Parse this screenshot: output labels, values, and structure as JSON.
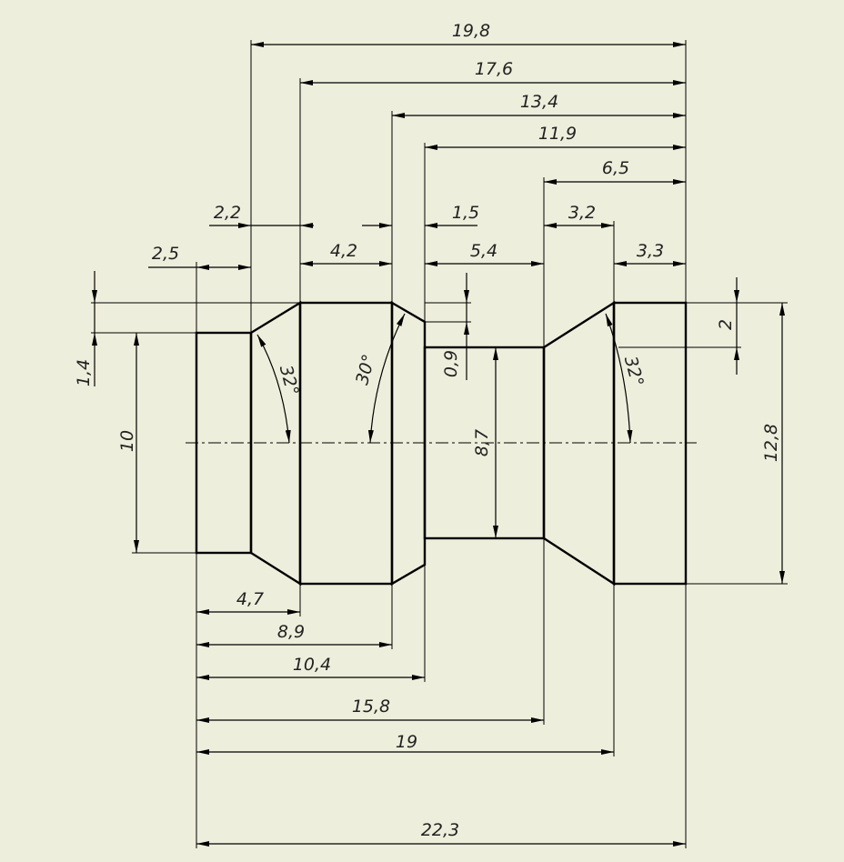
{
  "colors": {
    "background": "#eeeedc",
    "lines": "#000000"
  },
  "dimensions": {
    "top": {
      "d19_8": "19,8",
      "d17_6": "17,6",
      "d13_4": "13,4",
      "d11_9": "11,9",
      "d6_5": "6,5"
    },
    "middle": {
      "d2_2": "2,2",
      "d1_5": "1,5",
      "d3_2": "3,2",
      "d2_5": "2,5",
      "d4_2": "4,2",
      "d5_4": "5,4",
      "d3_3": "3,3"
    },
    "bottom": {
      "d4_7": "4,7",
      "d8_9": "8,9",
      "d10_4": "10,4",
      "d15_8": "15,8",
      "d19": "19",
      "d22_3": "22,3"
    },
    "vertical": {
      "d1_4": "1,4",
      "d10": "10",
      "d0_9": "0,9",
      "d8_7": "8,7",
      "d2": "2",
      "d12_8": "12,8"
    },
    "angles": {
      "a1": "32°",
      "a2": "30°",
      "a3": "32°"
    }
  }
}
